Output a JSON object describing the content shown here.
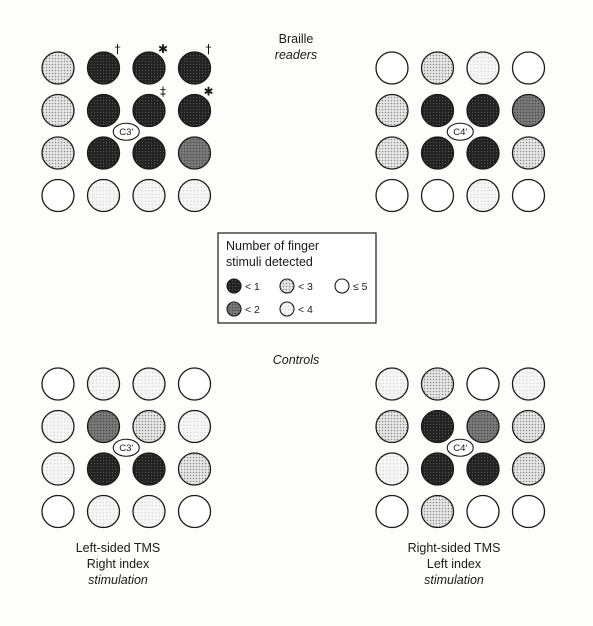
{
  "levels": {
    "1": "#1c1c1c",
    "2": "#6b6b6b",
    "3": "#c9c9c9",
    "4": "#ececec",
    "5": "#ffffff"
  },
  "title": {
    "braille_line1": "Braille",
    "braille_line2": "readers",
    "controls": "Controls"
  },
  "legend": {
    "title_line1": "Number of finger",
    "title_line2": "stimuli detected",
    "items": [
      {
        "level": 1,
        "label": "< 1"
      },
      {
        "level": 3,
        "label": "< 3"
      },
      {
        "level": 5,
        "label": "≤ 5"
      },
      {
        "level": 2,
        "label": "< 2"
      },
      {
        "level": 4,
        "label": "< 4"
      }
    ]
  },
  "captions": {
    "left_line1": "Left-sided TMS",
    "left_line2": "Right index",
    "left_line3": "stimulation",
    "right_line1": "Right-sided TMS",
    "right_line2": "Left index",
    "right_line3": "stimulation"
  },
  "grids": [
    {
      "id": "braille-left",
      "center_label": "C3'",
      "cells": [
        [
          3,
          1,
          1,
          1
        ],
        [
          3,
          1,
          1,
          1
        ],
        [
          3,
          1,
          1,
          2
        ],
        [
          5,
          4,
          4,
          4
        ]
      ],
      "markers": [
        {
          "row": 0,
          "col": 1,
          "symbol": "†"
        },
        {
          "row": 0,
          "col": 2,
          "symbol": "✱"
        },
        {
          "row": 0,
          "col": 3,
          "symbol": "†"
        },
        {
          "row": 1,
          "col": 2,
          "symbol": "‡"
        },
        {
          "row": 1,
          "col": 3,
          "symbol": "✱"
        }
      ]
    },
    {
      "id": "braille-right",
      "center_label": "C4'",
      "cells": [
        [
          5,
          3,
          4,
          5
        ],
        [
          3,
          1,
          1,
          2
        ],
        [
          3,
          1,
          1,
          3
        ],
        [
          5,
          5,
          4,
          5
        ]
      ],
      "markers": []
    },
    {
      "id": "controls-left",
      "center_label": "C3'",
      "cells": [
        [
          5,
          4,
          4,
          5
        ],
        [
          4,
          2,
          3,
          4
        ],
        [
          4,
          1,
          1,
          3
        ],
        [
          5,
          4,
          4,
          5
        ]
      ],
      "markers": []
    },
    {
      "id": "controls-right",
      "center_label": "C4'",
      "cells": [
        [
          4,
          3,
          5,
          4
        ],
        [
          3,
          1,
          2,
          3
        ],
        [
          4,
          1,
          1,
          3
        ],
        [
          5,
          3,
          5,
          5
        ]
      ],
      "markers": []
    }
  ]
}
